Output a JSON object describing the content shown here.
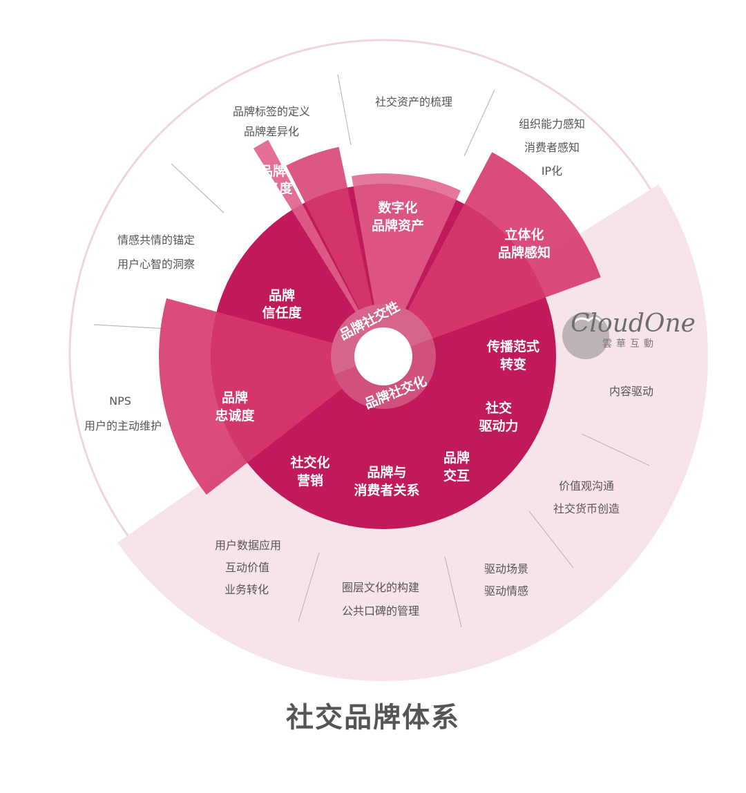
{
  "title": "社交品牌体系",
  "colors": {
    "outer_ring": "#f7e4eb",
    "outer_ring_line": "#f1d3de",
    "inner_disc": "#c01a5b",
    "fan_wedge": "#d6396c",
    "wedge_light": "#e05f89",
    "core_ring": "#d0507e",
    "annotation_text": "#555555",
    "title_text": "#555555",
    "logo": "#777777"
  },
  "core": {
    "top_label": "品牌社交性",
    "bottom_label": "品牌社交化"
  },
  "segments": {
    "zhimingdu": [
      "品牌",
      "知名度"
    ],
    "shuzihua": [
      "数字化",
      "品牌资产"
    ],
    "litihua": [
      "立体化",
      "品牌感知"
    ],
    "xinrendu": [
      "品牌",
      "信任度"
    ],
    "zhongchengdu": [
      "品牌",
      "忠诚度"
    ],
    "chuanbo": [
      "传播范式",
      "转变"
    ],
    "qudongli": [
      "社交",
      "驱动力"
    ],
    "hudong": [
      "品牌",
      "交互"
    ],
    "xiaofeizhe": [
      "品牌与",
      "消费者关系"
    ],
    "yingxiao": [
      "社交化",
      "营销"
    ]
  },
  "annotations": {
    "label_def": [
      "品牌标签的定义",
      "品牌差异化"
    ],
    "asset_sort": [
      "社交资产的梳理"
    ],
    "perception": [
      "组织能力感知",
      "消费者感知",
      "IP化"
    ],
    "empathy": [
      "情感共情的锚定",
      "用户心智的洞察"
    ],
    "nps": [
      "NPS",
      "用户的主动维护"
    ],
    "content": [
      "内容驱动"
    ],
    "value": [
      "价值观沟通",
      "社交货币创造"
    ],
    "scene": [
      "驱动场景",
      "驱动情感"
    ],
    "circle": [
      "圈层文化的构建",
      "公共口碑的管理"
    ],
    "data": [
      "用户数据应用",
      "互动价值",
      "业务转化"
    ]
  },
  "logo": {
    "name": "CloudOne",
    "sub": "雲華互動"
  }
}
